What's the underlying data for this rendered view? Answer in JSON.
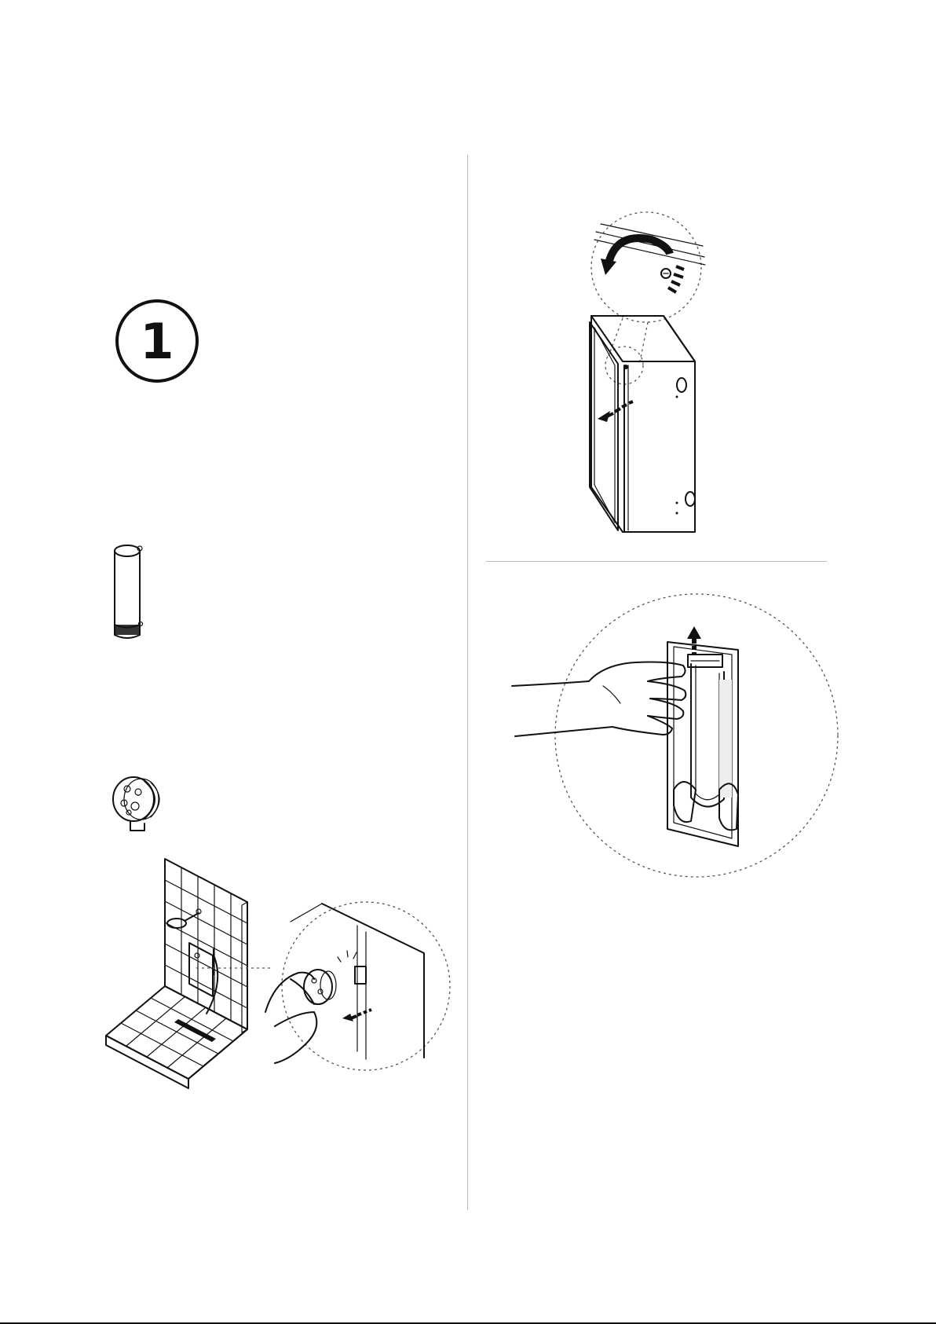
{
  "page": {
    "background": "#ffffff",
    "line_color": "#111111"
  },
  "step": {
    "number": "1"
  },
  "illustrations": [
    {
      "name": "filter-cartridge",
      "icon": "cylinder-cartridge-icon"
    },
    {
      "name": "quick-connector",
      "icon": "round-connector-icon"
    },
    {
      "name": "shower-unit-scene",
      "icon": "shower-wall-icon"
    },
    {
      "name": "connector-insert-detail",
      "icon": "hand-insert-icon"
    },
    {
      "name": "cover-unscrew",
      "icon": "rotate-screw-icon"
    },
    {
      "name": "cartridge-remove-detail",
      "icon": "hand-lift-icon"
    }
  ]
}
